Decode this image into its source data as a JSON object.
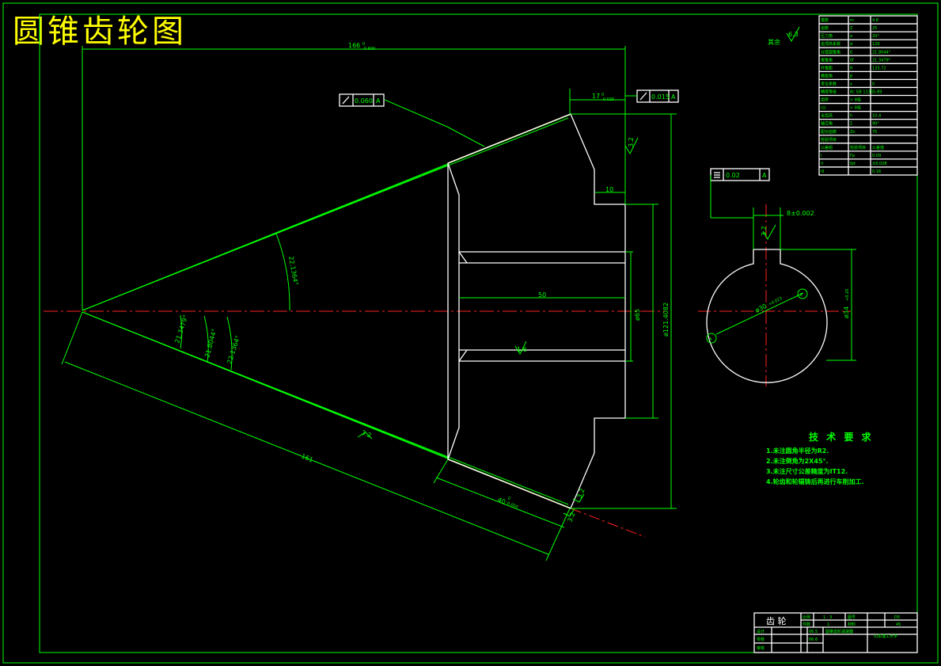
{
  "title": "圆锥齿轮图",
  "dimensions": {
    "overall_length": "166",
    "overall_length_tol": "0\n-0.600",
    "hub_offset": "17",
    "hub_offset_tol": "0\n-0.025",
    "runout_left": "0.060",
    "runout_right": "0.015",
    "datum": "A",
    "hub_step": "10",
    "bore_length": "50",
    "bore_diameter": "ø65",
    "outer_diameter": "ø121.4082",
    "face_angle": "22.1364°",
    "angle_a": "21.3479°",
    "angle_b": "21.8044°",
    "angle_c": "22.1364°",
    "cone_distance": "161",
    "face_width": "40",
    "face_width_tol": "0\n-0.004",
    "rough_top": "3.2",
    "rough_mid": "1.6",
    "rough_bottom": "3.2",
    "rough_bottom2": "3.2",
    "rough_left": "3.2",
    "general_rough": "6.3",
    "general_rough_label": "其余"
  },
  "section": {
    "symmetry_tol": "0.02",
    "symmetry_datum": "A",
    "keyway_width": "8±0.002",
    "keyway_rough": "3.2",
    "bore_dim": "ø30",
    "bore_tol": "+0.023",
    "hub_dim": "ø34",
    "hub_tol": "+0.20",
    "label_a": "A",
    "label_e": "E"
  },
  "params_table": [
    [
      "模数",
      "m",
      "4.8"
    ],
    [
      "齿数",
      "Z",
      "25"
    ],
    [
      "压力角",
      "α",
      "20°"
    ],
    [
      "齿顶高系数",
      "d",
      "120"
    ],
    [
      "分度圆锥角",
      "δ",
      "21.8044°"
    ],
    [
      "根锥角",
      "δf",
      "21.3479°"
    ],
    [
      "外锥距",
      "R",
      "133.72"
    ],
    [
      "螺旋角",
      "β",
      ""
    ],
    [
      "变位系数",
      "x",
      "0"
    ],
    [
      "精度等级",
      "8c GB 11365-89",
      ""
    ],
    [
      "齿厚",
      "> 8级",
      ""
    ],
    [
      "(s)",
      "> 8级",
      ""
    ],
    [
      "全齿高",
      "h",
      "10.4"
    ],
    [
      "轴交角",
      "Σ",
      "90°"
    ],
    [
      "配对齿数",
      "Zn",
      "75"
    ],
    [
      "检验项目",
      "",
      ""
    ],
    [
      "公差组",
      "检验项目",
      "公差值"
    ],
    [
      "I",
      "Fp",
      "0.09"
    ],
    [
      "II",
      "fpt",
      "±0.028"
    ],
    [
      "III",
      "",
      "0.16"
    ]
  ],
  "tech_requirements": {
    "heading": "技 术 要 求",
    "items": [
      "1.未注圆角半径为R2.",
      "2.未注倒角为2X45°.",
      "3.未注尺寸公差精度为IT12.",
      "4.轮齿和轮辐铸后再进行车削加工."
    ]
  },
  "title_block": {
    "part_name": "齿  轮",
    "scale_label": "比例",
    "scale_value": "1 : 3",
    "drawing_no_label": "图号",
    "drawing_no": "D5",
    "qty_label": "件数",
    "qty": "1",
    "material_label": "材料",
    "material": "45",
    "designer_label": "设计",
    "checker_label": "校核",
    "reviewer_label": "审核",
    "date_1": "06.5",
    "date_2": "06.6",
    "project": "圆锥齿轮减速器",
    "school": "山东理工大学"
  }
}
